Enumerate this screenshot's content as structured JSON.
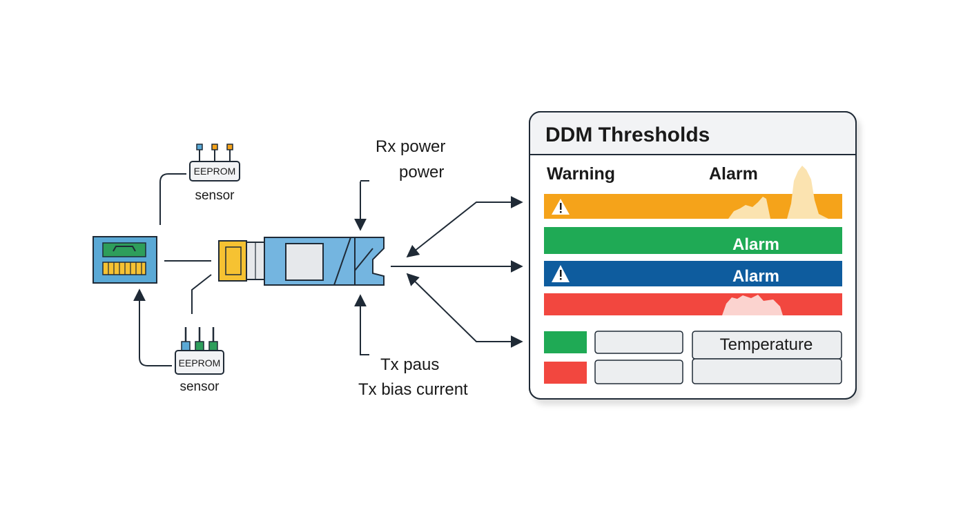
{
  "labels": {
    "rx_line1": "Rx power",
    "rx_line2": "power",
    "tx_line1": "Tx paus",
    "tx_line2": "Tx bias current",
    "chip_top": "EEPROM",
    "chip_top_caption": "sensor",
    "chip_bottom": "EEPROM",
    "chip_bottom_caption": "sensor"
  },
  "panel": {
    "title": "DDM Thresholds",
    "col_warning": "Warning",
    "col_alarm": "Alarm",
    "bars": [
      {
        "id": "orange",
        "color": "#f5a31a",
        "label": "",
        "warning_icon": true
      },
      {
        "id": "green",
        "color": "#1faa55",
        "label": "Alarm",
        "warning_icon": false
      },
      {
        "id": "blue",
        "color": "#0e5c9e",
        "label": "Alarm",
        "warning_icon": true
      },
      {
        "id": "red",
        "color": "#f2473f",
        "label": "",
        "warning_icon": false
      }
    ],
    "table_field": "Temperature"
  },
  "colors": {
    "stroke": "#1f2a36",
    "board": "#5aa9d6",
    "board_green": "#2e9e5b",
    "module_body": "#74b5e0",
    "module_latch": "#f6c232",
    "status_green": "#1faa55",
    "status_red": "#f2473f"
  }
}
